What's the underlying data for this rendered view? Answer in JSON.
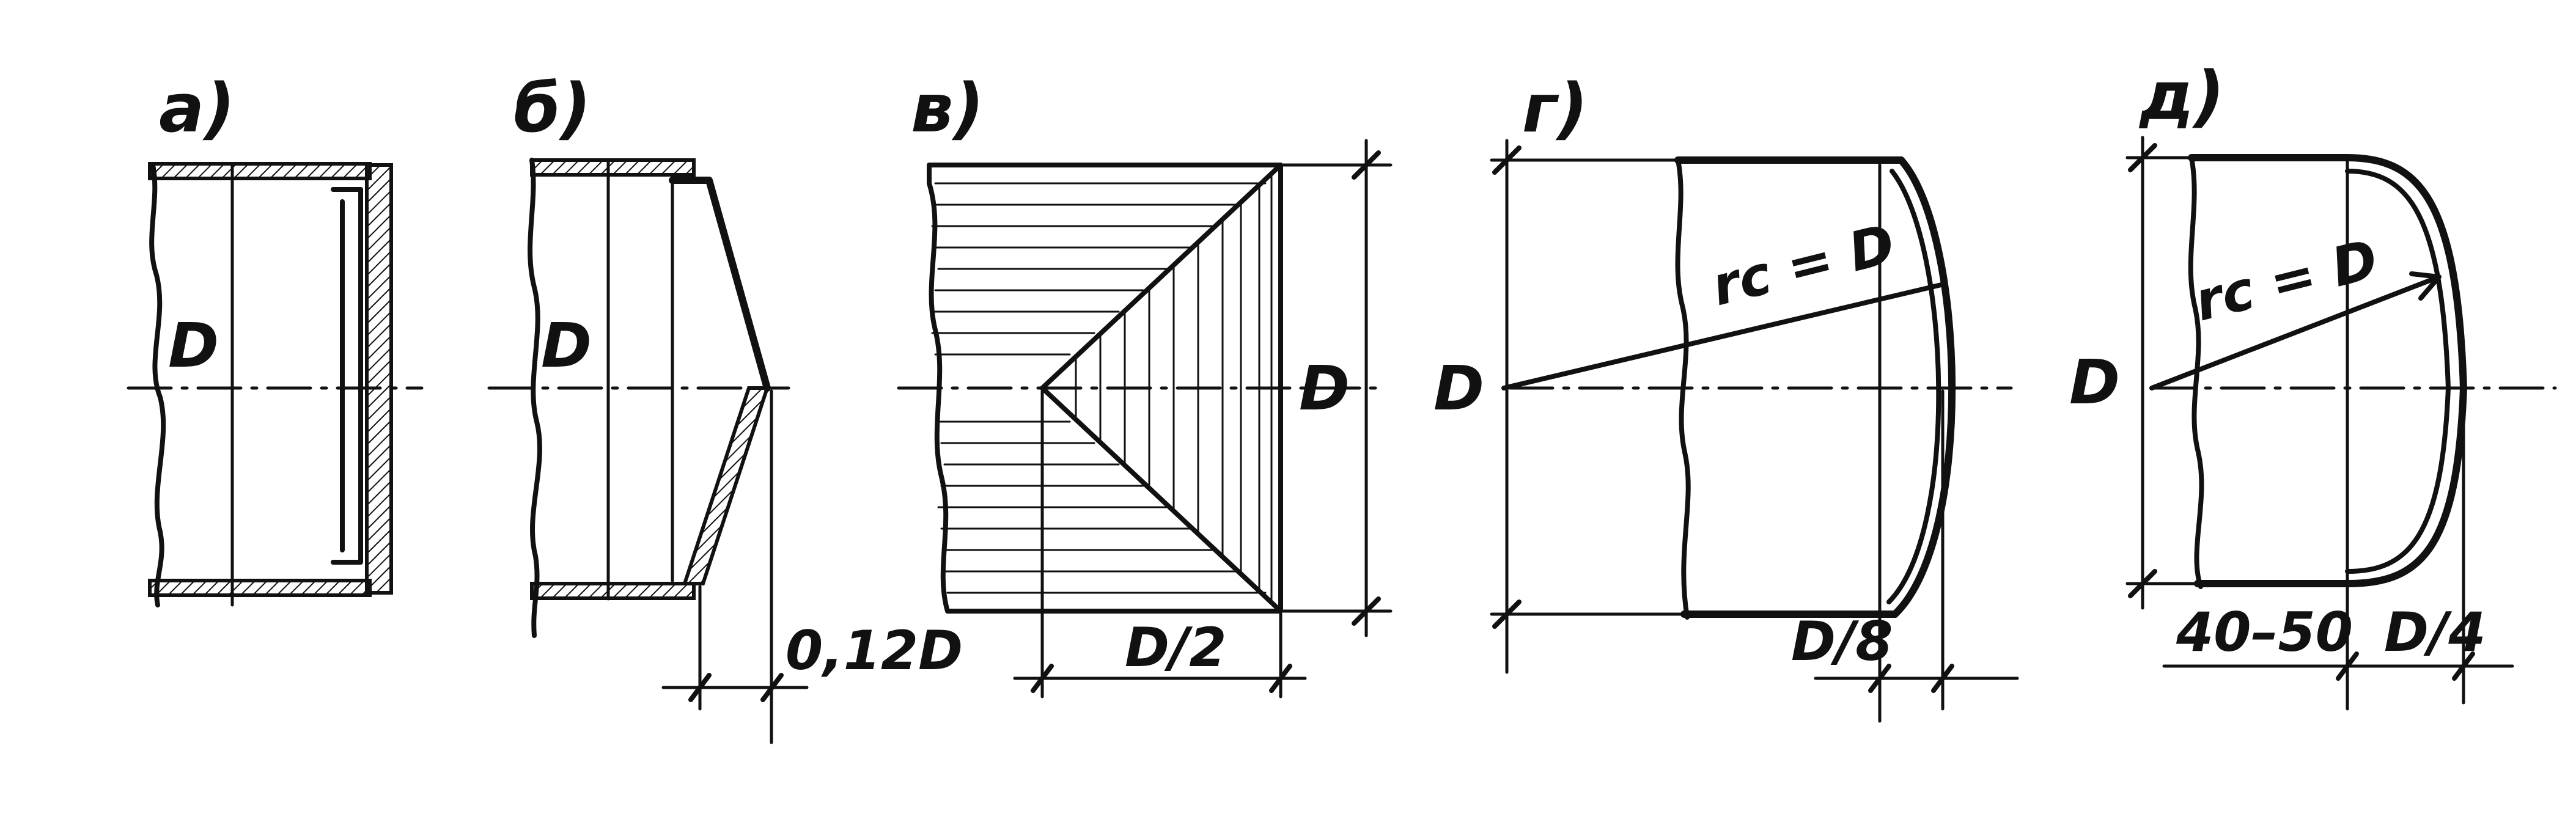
{
  "panels": [
    {
      "id": "a",
      "label": "а)",
      "diameter_label": "D"
    },
    {
      "id": "b",
      "label": "б)",
      "diameter_label": "D",
      "dimension_label": "0,12D"
    },
    {
      "id": "v",
      "label": "в)",
      "diameter_label": "D",
      "dimension_label": "D/2"
    },
    {
      "id": "g",
      "label": "г)",
      "diameter_label": "D",
      "radius_label": "rc = D",
      "dimension_label": "D/8"
    },
    {
      "id": "d",
      "label": "д)",
      "diameter_label": "D",
      "radius_label": "rc = D",
      "dimension_label": "D/4",
      "dimension_label_2": "40–50"
    }
  ],
  "colors": {
    "ink": "#111111",
    "paper": "#ffffff"
  }
}
